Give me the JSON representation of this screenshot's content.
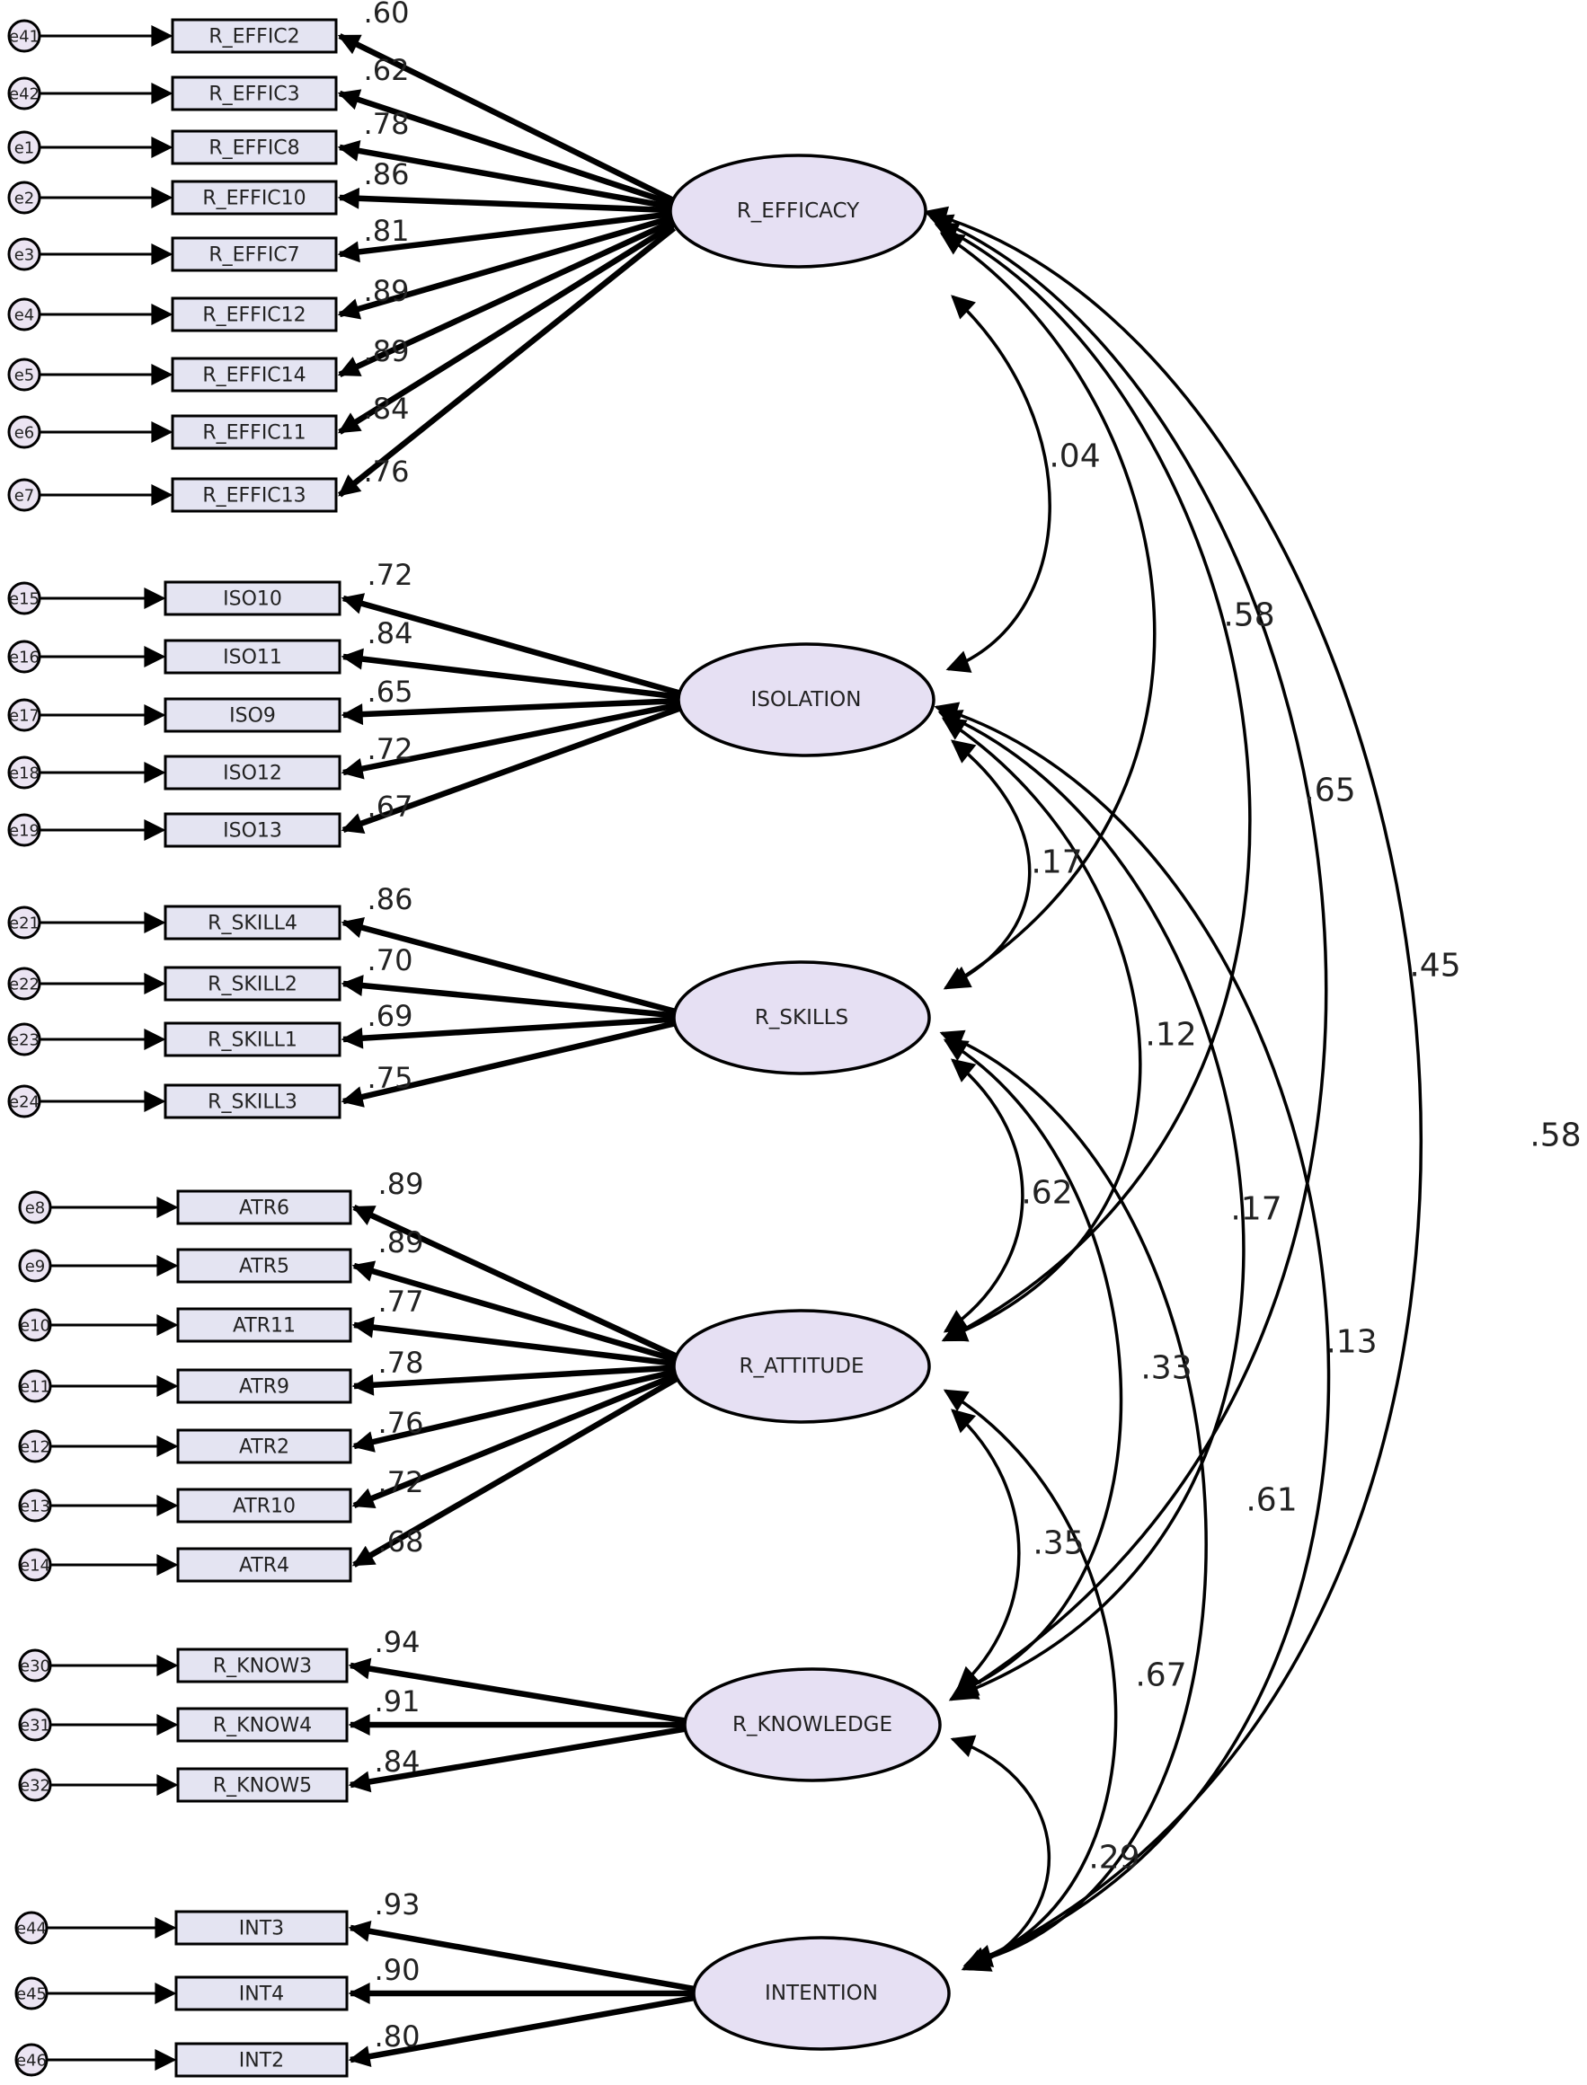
{
  "colors": {
    "indicator_fill": "#e4e4f2",
    "latent_fill": "#e6e0f3",
    "error_fill": "#ebe4f2",
    "stroke": "#000000"
  },
  "latents": [
    {
      "id": "EFF",
      "label": "R_EFFICACY"
    },
    {
      "id": "ISO",
      "label": "ISOLATION"
    },
    {
      "id": "SKI",
      "label": "R_SKILLS"
    },
    {
      "id": "ATT",
      "label": "R_ATTITUDE"
    },
    {
      "id": "KNO",
      "label": "R_KNOWLEDGE"
    },
    {
      "id": "INT",
      "label": "INTENTION"
    }
  ],
  "groups": [
    {
      "latent": "EFF",
      "indicators": [
        {
          "label": "R_EFFIC2",
          "error": "e41",
          "loading": ".60"
        },
        {
          "label": "R_EFFIC3",
          "error": "e42",
          "loading": ".62"
        },
        {
          "label": "R_EFFIC8",
          "error": "e1",
          "loading": ".78"
        },
        {
          "label": "R_EFFIC10",
          "error": "e2",
          "loading": ".86"
        },
        {
          "label": "R_EFFIC7",
          "error": "e3",
          "loading": ".81"
        },
        {
          "label": "R_EFFIC12",
          "error": "e4",
          "loading": ".89"
        },
        {
          "label": "R_EFFIC14",
          "error": "e5",
          "loading": ".89"
        },
        {
          "label": "R_EFFIC11",
          "error": "e6",
          "loading": ".84"
        },
        {
          "label": "R_EFFIC13",
          "error": "e7",
          "loading": ".76"
        }
      ]
    },
    {
      "latent": "ISO",
      "indicators": [
        {
          "label": "ISO10",
          "error": "e15",
          "loading": ".72"
        },
        {
          "label": "ISO11",
          "error": "e16",
          "loading": ".84"
        },
        {
          "label": "ISO9",
          "error": "e17",
          "loading": ".65"
        },
        {
          "label": "ISO12",
          "error": "e18",
          "loading": ".72"
        },
        {
          "label": "ISO13",
          "error": "e19",
          "loading": ".67"
        }
      ]
    },
    {
      "latent": "SKI",
      "indicators": [
        {
          "label": "R_SKILL4",
          "error": "e21",
          "loading": ".86"
        },
        {
          "label": "R_SKILL2",
          "error": "e22",
          "loading": ".70"
        },
        {
          "label": "R_SKILL1",
          "error": "e23",
          "loading": ".69"
        },
        {
          "label": "R_SKILL3",
          "error": "e24",
          "loading": ".75"
        }
      ]
    },
    {
      "latent": "ATT",
      "indicators": [
        {
          "label": "ATR6",
          "error": "e8",
          "loading": ".89"
        },
        {
          "label": "ATR5",
          "error": "e9",
          "loading": ".89"
        },
        {
          "label": "ATR11",
          "error": "e10",
          "loading": ".77"
        },
        {
          "label": "ATR9",
          "error": "e11",
          "loading": ".78"
        },
        {
          "label": "ATR2",
          "error": "e12",
          "loading": ".76"
        },
        {
          "label": "ATR10",
          "error": "e13",
          "loading": ".72"
        },
        {
          "label": "ATR4",
          "error": "e14",
          "loading": ".68"
        }
      ]
    },
    {
      "latent": "KNO",
      "indicators": [
        {
          "label": "R_KNOW3",
          "error": "e30",
          "loading": ".94"
        },
        {
          "label": "R_KNOW4",
          "error": "e31",
          "loading": ".91"
        },
        {
          "label": "R_KNOW5",
          "error": "e32",
          "loading": ".84"
        }
      ]
    },
    {
      "latent": "INT",
      "indicators": [
        {
          "label": "INT3",
          "error": "e44",
          "loading": ".93"
        },
        {
          "label": "INT4",
          "error": "e45",
          "loading": ".90"
        },
        {
          "label": "INT2",
          "error": "e46",
          "loading": ".80"
        }
      ]
    }
  ],
  "correlations": [
    {
      "from": "EFF",
      "to": "ISO",
      "value": ".04"
    },
    {
      "from": "EFF",
      "to": "SKI",
      "value": ".58"
    },
    {
      "from": "EFF",
      "to": "ATT",
      "value": ".65"
    },
    {
      "from": "EFF",
      "to": "KNO",
      "value": ".45"
    },
    {
      "from": "EFF",
      "to": "INT",
      "value": ".58"
    },
    {
      "from": "ISO",
      "to": "SKI",
      "value": ".17"
    },
    {
      "from": "ISO",
      "to": "ATT",
      "value": ".12"
    },
    {
      "from": "ISO",
      "to": "KNO",
      "value": ".17"
    },
    {
      "from": "ISO",
      "to": "INT",
      "value": ".13"
    },
    {
      "from": "SKI",
      "to": "ATT",
      "value": ".62"
    },
    {
      "from": "SKI",
      "to": "KNO",
      "value": ".33"
    },
    {
      "from": "SKI",
      "to": "INT",
      "value": ".61"
    },
    {
      "from": "ATT",
      "to": "KNO",
      "value": ".35"
    },
    {
      "from": "ATT",
      "to": "INT",
      "value": ".67"
    },
    {
      "from": "KNO",
      "to": "INT",
      "value": ".29"
    }
  ]
}
